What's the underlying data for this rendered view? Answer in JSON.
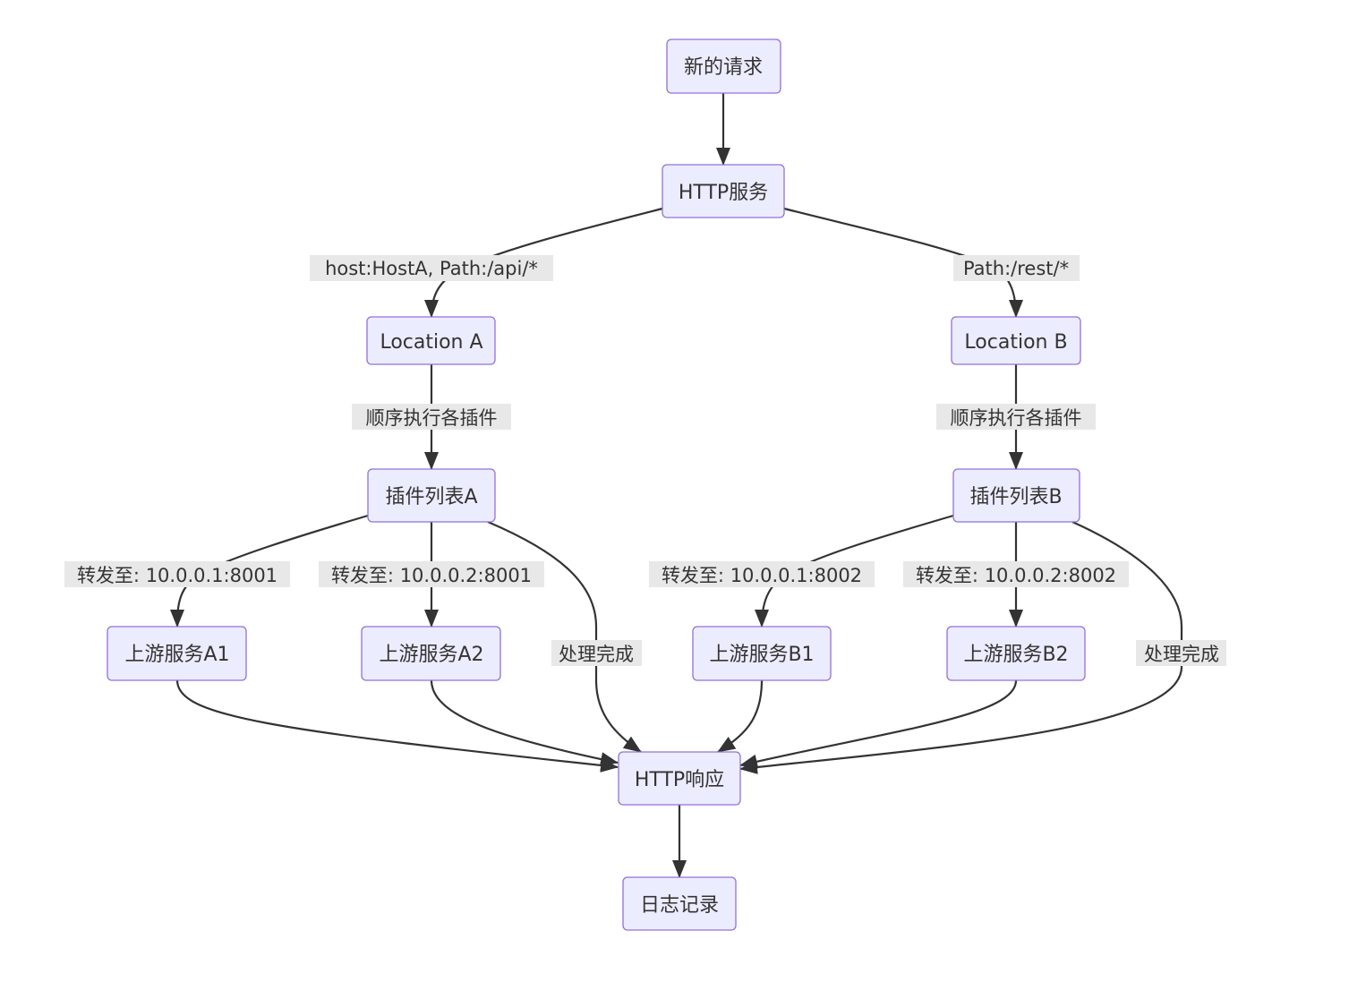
{
  "diagram": {
    "type": "flowchart",
    "nodes": {
      "start": "新的请求",
      "http": "HTTP服务",
      "locA": "Location A",
      "locB": "Location B",
      "pluginsA": "插件列表A",
      "pluginsB": "插件列表B",
      "upA1": "上游服务A1",
      "upA2": "上游服务A2",
      "upB1": "上游服务B1",
      "upB2": "上游服务B2",
      "resp": "HTTP响应",
      "log": "日志记录"
    },
    "edges": {
      "http_locA": "host:HostA, Path:/api/*",
      "http_locB": "Path:/rest/*",
      "locA_pluginsA": "顺序执行各插件",
      "locB_pluginsB": "顺序执行各插件",
      "pluginsA_upA1": "转发至: 10.0.0.1:8001",
      "pluginsA_upA2": "转发至: 10.0.0.2:8001",
      "pluginsA_resp": "处理完成",
      "pluginsB_upB1": "转发至: 10.0.0.1:8002",
      "pluginsB_upB2": "转发至: 10.0.0.2:8002",
      "pluginsB_resp": "处理完成"
    },
    "colors": {
      "node_fill": "#ECECFF",
      "node_stroke": "#9370DB",
      "edge": "#333333",
      "edge_label_bg": "#e8e8e8",
      "text": "#333333"
    }
  }
}
